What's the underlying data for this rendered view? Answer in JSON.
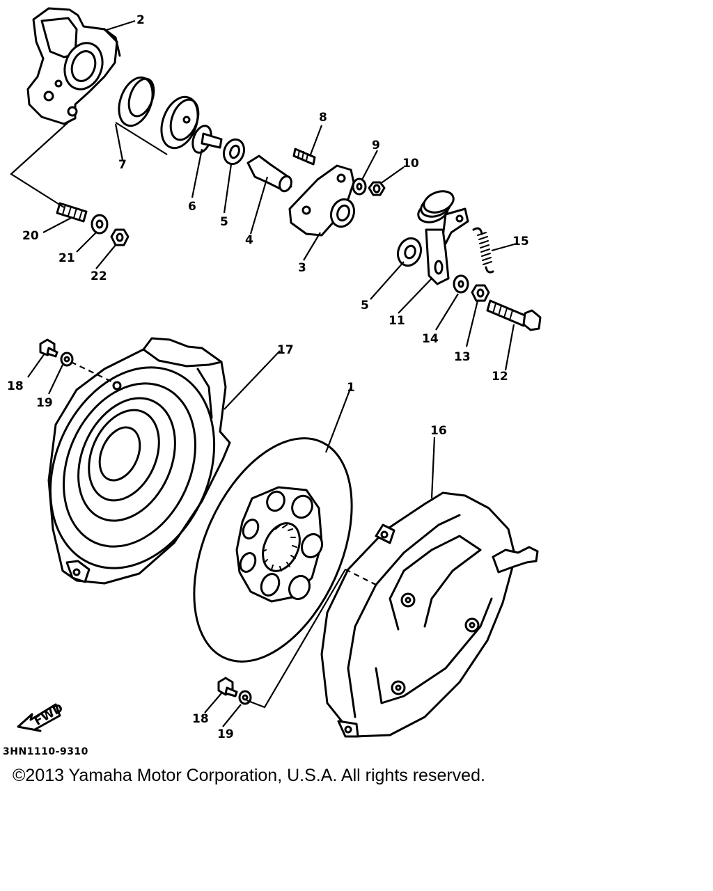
{
  "diagram_code": "3HN1110-9310",
  "copyright": "©2013 Yamaha Motor Corporation, U.S.A. All rights reserved.",
  "fwd_label": "FWD",
  "callouts": [
    "1",
    "2",
    "3",
    "4",
    "5",
    "5",
    "6",
    "7",
    "8",
    "9",
    "10",
    "11",
    "12",
    "13",
    "14",
    "15",
    "16",
    "17",
    "18",
    "18",
    "19",
    "19",
    "20",
    "21",
    "22"
  ]
}
